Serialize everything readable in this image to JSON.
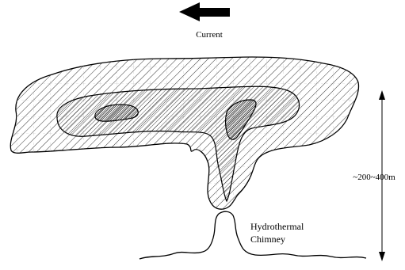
{
  "current_label": "Current",
  "height_label": "~200~400m",
  "chimney_label_line1": "Hydrothermal",
  "chimney_label_line2": "Chimney"
}
